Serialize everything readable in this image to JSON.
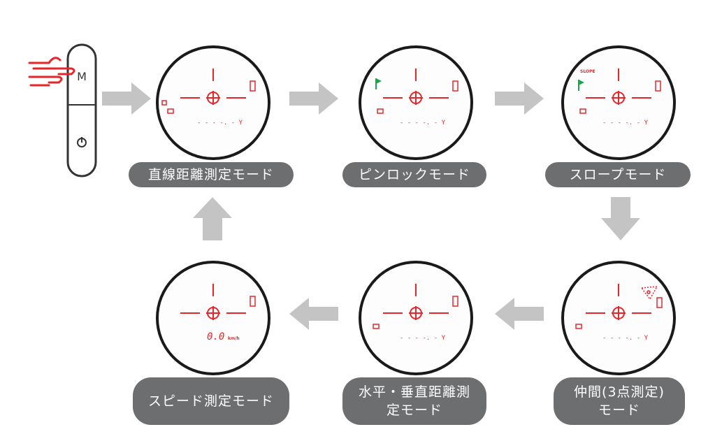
{
  "device": {
    "button_m_label": "M",
    "power_label": "⏻"
  },
  "scopes": {
    "shared": {
      "distance_readout": "- - - -. - Y",
      "speed_value": "0.0",
      "speed_unit": "km/h",
      "slope_label": "SLOPE"
    }
  },
  "modes": {
    "linear": {
      "label": "直線距離測定モード"
    },
    "pinlock": {
      "label": "ピンロックモード"
    },
    "slope": {
      "label": "スロープモード"
    },
    "speed": {
      "label": "スピード測定モード"
    },
    "horizontal_vertical": {
      "line1": "水平・垂直距離測",
      "line2": "定モード"
    },
    "three_point": {
      "line1": "仲間(3点測定)",
      "line2": "モード"
    }
  },
  "colors": {
    "reticle": "#e8262a",
    "flag": "#1aa64a",
    "arrow": "#c4c4c4",
    "pill": "#6d6e70",
    "hand": "#e8262a"
  }
}
